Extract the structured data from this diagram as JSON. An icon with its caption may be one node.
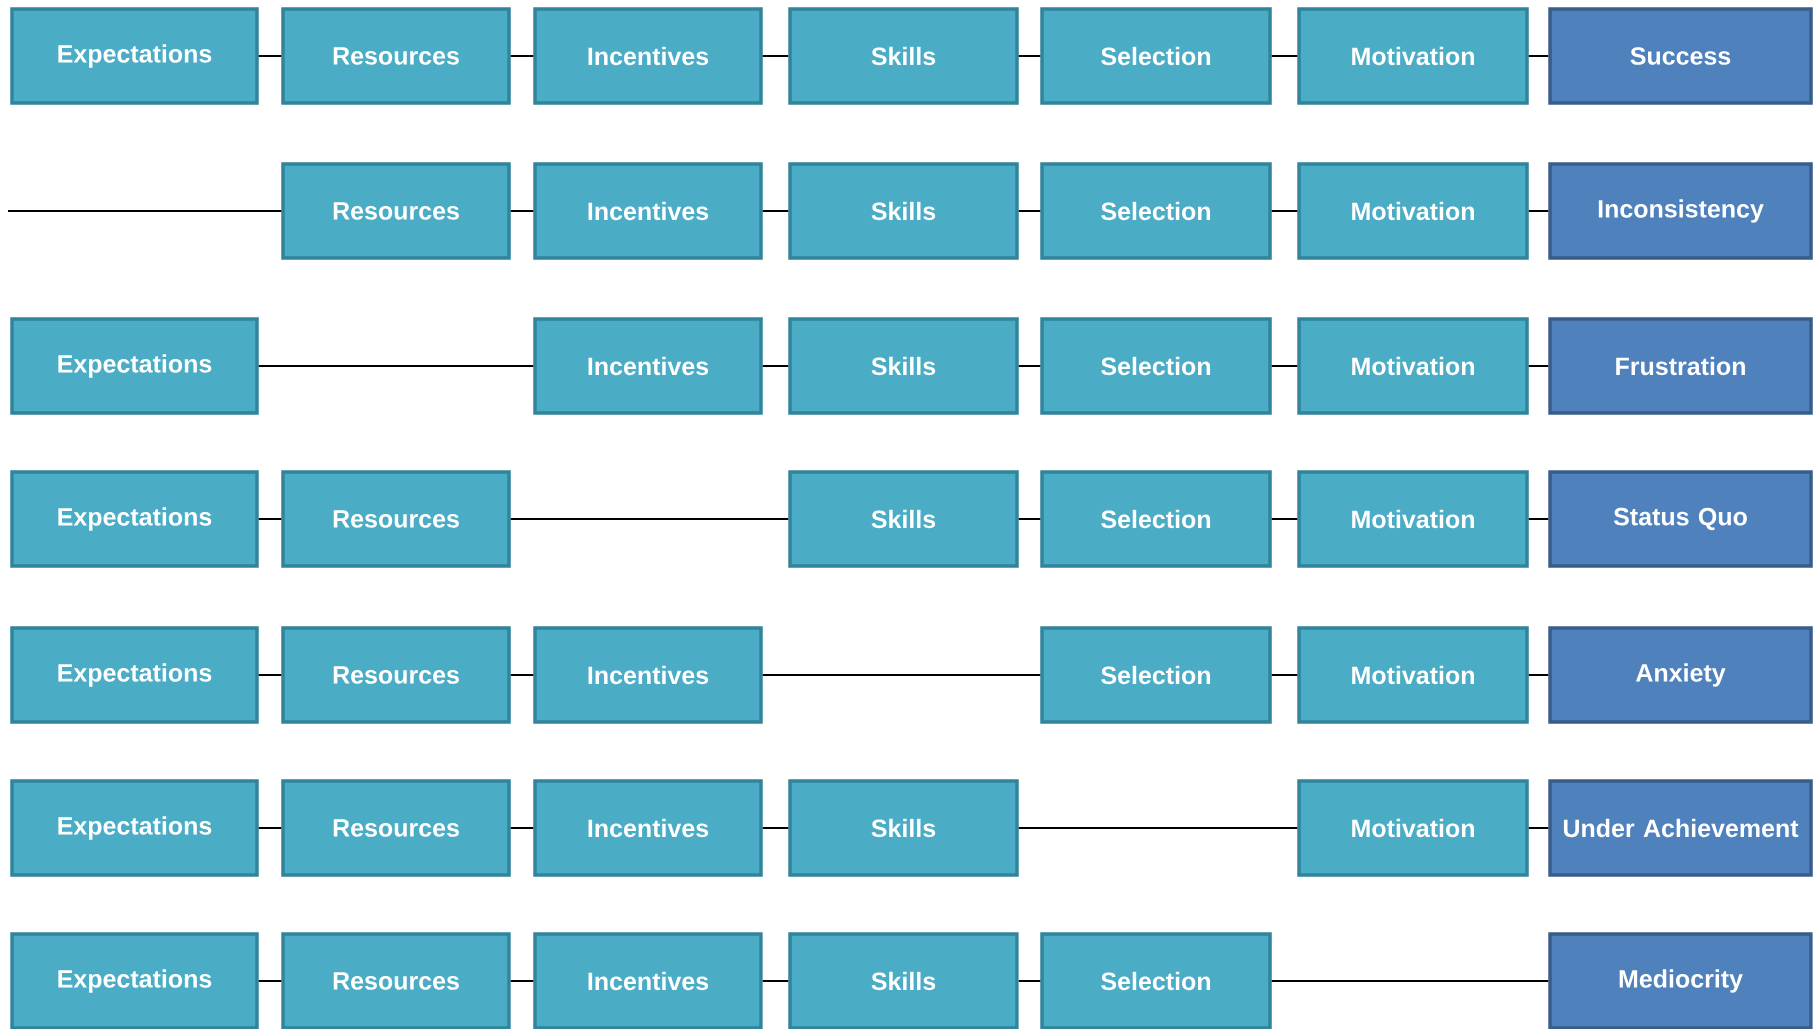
{
  "diagram": {
    "nodes": [
      {
        "text": [
          "Expectations"
        ]
      },
      {
        "text": [
          "Resources"
        ]
      },
      {
        "text": [
          "Incentives"
        ]
      },
      {
        "text": [
          "Skills"
        ]
      },
      {
        "text": [
          "Selection"
        ]
      },
      {
        "text": [
          "Motivation"
        ]
      },
      {
        "text": [
          "Success"
        ]
      },
      {
        "text": [
          "Resources"
        ]
      },
      {
        "text": [
          "Incentives"
        ]
      },
      {
        "text": [
          "Skills"
        ]
      },
      {
        "text": [
          "Selection"
        ]
      },
      {
        "text": [
          "Motivation"
        ]
      },
      {
        "text": [
          "Inconsistency"
        ]
      },
      {
        "text": [
          "Expectations"
        ]
      },
      {
        "text": [
          "Incentives"
        ]
      },
      {
        "text": [
          "Skills"
        ]
      },
      {
        "text": [
          "Selection"
        ]
      },
      {
        "text": [
          "Motivation"
        ]
      },
      {
        "text": [
          "Frustration"
        ]
      },
      {
        "text": [
          "Expectations"
        ]
      },
      {
        "text": [
          "Resources"
        ]
      },
      {
        "text": [
          "Skills"
        ]
      },
      {
        "text": [
          "Selection"
        ]
      },
      {
        "text": [
          "Motivation"
        ]
      },
      {
        "text": [
          "Status Quo"
        ]
      },
      {
        "text": [
          "Expectations"
        ]
      },
      {
        "text": [
          "Resources"
        ]
      },
      {
        "text": [
          "Incentives"
        ]
      },
      {
        "text": [
          "Selection"
        ]
      },
      {
        "text": [
          "Motivation"
        ]
      },
      {
        "text": [
          "Anxiety"
        ]
      },
      {
        "text": [
          "Expectations"
        ]
      },
      {
        "text": [
          "Resources"
        ]
      },
      {
        "text": [
          "Incentives"
        ]
      },
      {
        "text": [
          "Skills"
        ]
      },
      {
        "text": [
          "Motivation"
        ]
      },
      {
        "text": [
          "Under Achievement"
        ]
      },
      {
        "text": [
          "Expectations"
        ]
      },
      {
        "text": [
          "Resources"
        ]
      },
      {
        "text": [
          "Incentives"
        ]
      },
      {
        "text": [
          "Skills"
        ]
      },
      {
        "text": [
          "Selection"
        ]
      },
      {
        "text": [
          "Mediocrity"
        ]
      }
    ],
    "edges": [
      {
        "from": 0,
        "to": 1,
        "arrow": "none"
      },
      {
        "from": 1,
        "to": 2,
        "arrow": "none"
      },
      {
        "from": 2,
        "to": 3,
        "arrow": "none"
      },
      {
        "from": 3,
        "to": 4,
        "arrow": "none"
      },
      {
        "from": 4,
        "to": 5,
        "arrow": "none"
      },
      {
        "from": 5,
        "to": 6,
        "arrow": "none"
      },
      {
        "from": null,
        "to": 7,
        "arrow": "none"
      },
      {
        "from": 7,
        "to": 8,
        "arrow": "none"
      },
      {
        "from": 8,
        "to": 9,
        "arrow": "none"
      },
      {
        "from": 9,
        "to": 10,
        "arrow": "none"
      },
      {
        "from": 10,
        "to": 11,
        "arrow": "none"
      },
      {
        "from": 11,
        "to": 12,
        "arrow": "none"
      },
      {
        "from": 13,
        "to": 14,
        "arrow": "none"
      },
      {
        "from": 14,
        "to": 15,
        "arrow": "none"
      },
      {
        "from": 15,
        "to": 16,
        "arrow": "none"
      },
      {
        "from": 16,
        "to": 17,
        "arrow": "none"
      },
      {
        "from": 17,
        "to": 18,
        "arrow": "none"
      },
      {
        "from": 19,
        "to": 20,
        "arrow": "none"
      },
      {
        "from": 20,
        "to": 21,
        "arrow": "none"
      },
      {
        "from": 21,
        "to": 22,
        "arrow": "none"
      },
      {
        "from": 22,
        "to": 23,
        "arrow": "none"
      },
      {
        "from": 23,
        "to": 24,
        "arrow": "none"
      },
      {
        "from": 25,
        "to": 26,
        "arrow": "none"
      },
      {
        "from": 26,
        "to": 27,
        "arrow": "none"
      },
      {
        "from": 27,
        "to": 28,
        "arrow": "none"
      },
      {
        "from": 28,
        "to": 29,
        "arrow": "none"
      },
      {
        "from": 29,
        "to": 30,
        "arrow": "none"
      },
      {
        "from": 31,
        "to": 32,
        "arrow": "none"
      },
      {
        "from": 32,
        "to": 33,
        "arrow": "none"
      },
      {
        "from": 33,
        "to": 34,
        "arrow": "none"
      },
      {
        "from": 34,
        "to": 35,
        "arrow": "none"
      },
      {
        "from": 35,
        "to": 36,
        "arrow": "none"
      },
      {
        "from": 37,
        "to": 38,
        "arrow": "none"
      },
      {
        "from": 38,
        "to": 39,
        "arrow": "none"
      },
      {
        "from": 39,
        "to": 40,
        "arrow": "none"
      },
      {
        "from": 40,
        "to": 41,
        "arrow": "none"
      },
      {
        "from": 41,
        "to": 42,
        "arrow": "none"
      }
    ]
  }
}
